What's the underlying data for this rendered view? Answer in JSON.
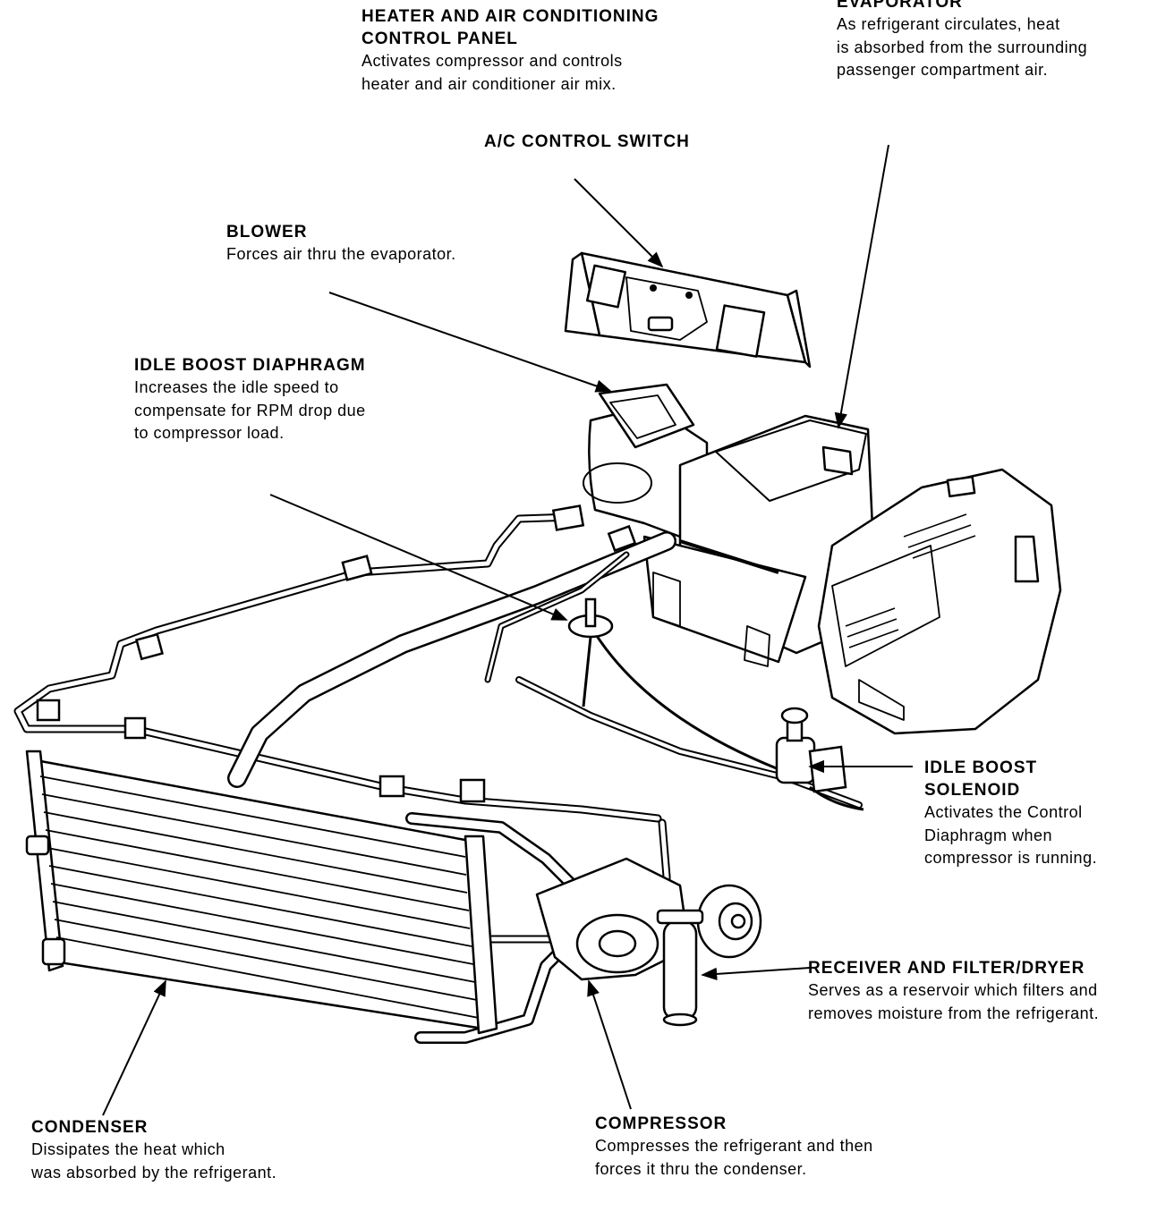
{
  "diagram": {
    "callouts": [
      {
        "id": "panel",
        "title": "HEATER AND AIR CONDITIONING\nCONTROL PANEL",
        "desc": "Activates compressor and controls\nheater and air conditioner air mix."
      },
      {
        "id": "evaporator",
        "title": "EVAPORATOR",
        "desc": "As refrigerant circulates, heat\nis absorbed from the surrounding\npassenger compartment air."
      },
      {
        "id": "ac_switch",
        "title": "A/C CONTROL SWITCH",
        "desc": ""
      },
      {
        "id": "blower",
        "title": "BLOWER",
        "desc": "Forces air thru the evaporator."
      },
      {
        "id": "idle_diaphragm",
        "title": "IDLE BOOST DIAPHRAGM",
        "desc": "Increases the idle speed to\ncompensate for RPM drop due\nto compressor load."
      },
      {
        "id": "idle_solenoid",
        "title": "IDLE BOOST\nSOLENOID",
        "desc": "Activates the Control\nDiaphragm when\ncompressor is running."
      },
      {
        "id": "receiver",
        "title": "RECEIVER AND FILTER/DRYER",
        "desc": "Serves as a reservoir which filters and\nremoves moisture from the refrigerant."
      },
      {
        "id": "condenser",
        "title": "CONDENSER",
        "desc": "Dissipates the heat which\nwas absorbed by the refrigerant."
      },
      {
        "id": "compressor",
        "title": "COMPRESSOR",
        "desc": "Compresses the refrigerant and then\nforces it thru the condenser."
      }
    ]
  }
}
